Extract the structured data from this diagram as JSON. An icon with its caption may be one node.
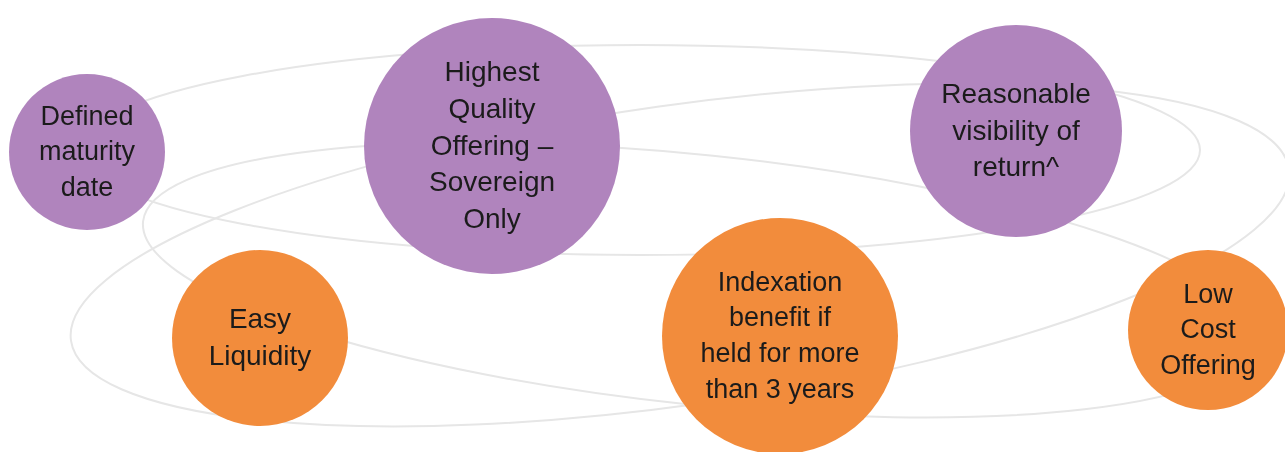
{
  "diagram": {
    "nodes": [
      {
        "text": [
          "Defined maturity date"
        ]
      },
      {
        "text": [
          "Highest Quality Offering – Sovereign Only"
        ]
      },
      {
        "text": [
          "Reasonable visibility of return^"
        ]
      },
      {
        "text": [
          "Easy Liquidity"
        ]
      },
      {
        "text": [
          "Indexation benefit if held for more than 3 years"
        ]
      },
      {
        "text": [
          "Low Cost Offering"
        ]
      }
    ]
  }
}
